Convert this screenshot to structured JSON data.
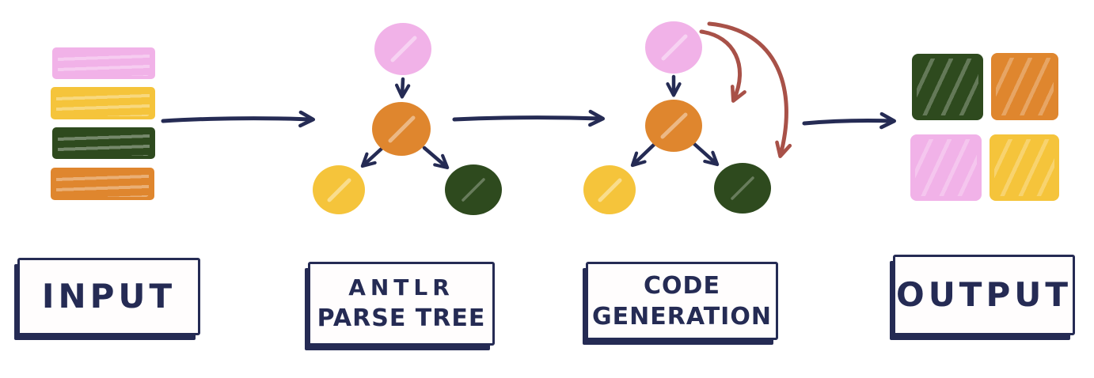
{
  "colors": {
    "pink": "#f1b2e8",
    "yellow": "#f5c43b",
    "green": "#2e4a1e",
    "orange": "#df862e",
    "ink": "#252b54",
    "red": "#a85148",
    "background": "#ffffff"
  },
  "stages": [
    {
      "id": "input",
      "label_lines": [
        "INPUT"
      ]
    },
    {
      "id": "antlr-parse-tree",
      "label_lines": [
        "ANTLR",
        "PARSE TREE"
      ]
    },
    {
      "id": "code-generation",
      "label_lines": [
        "CODE",
        "GENERATION"
      ]
    },
    {
      "id": "output",
      "label_lines": [
        "OUTPUT"
      ]
    }
  ],
  "input_stack": {
    "bars": [
      "pink",
      "yellow",
      "green",
      "orange"
    ]
  },
  "parse_tree": {
    "nodes": [
      {
        "id": "root",
        "color": "pink"
      },
      {
        "id": "interior",
        "color": "orange"
      },
      {
        "id": "leaf-left",
        "color": "yellow"
      },
      {
        "id": "leaf-right",
        "color": "green"
      }
    ]
  },
  "code_generation": {
    "nodes": [
      {
        "id": "root",
        "color": "pink"
      },
      {
        "id": "interior",
        "color": "orange"
      },
      {
        "id": "leaf-left",
        "color": "yellow"
      },
      {
        "id": "leaf-right",
        "color": "green"
      }
    ],
    "red_arrow_count": 2
  },
  "output_grid": {
    "squares": [
      "green",
      "orange",
      "pink",
      "yellow"
    ]
  }
}
